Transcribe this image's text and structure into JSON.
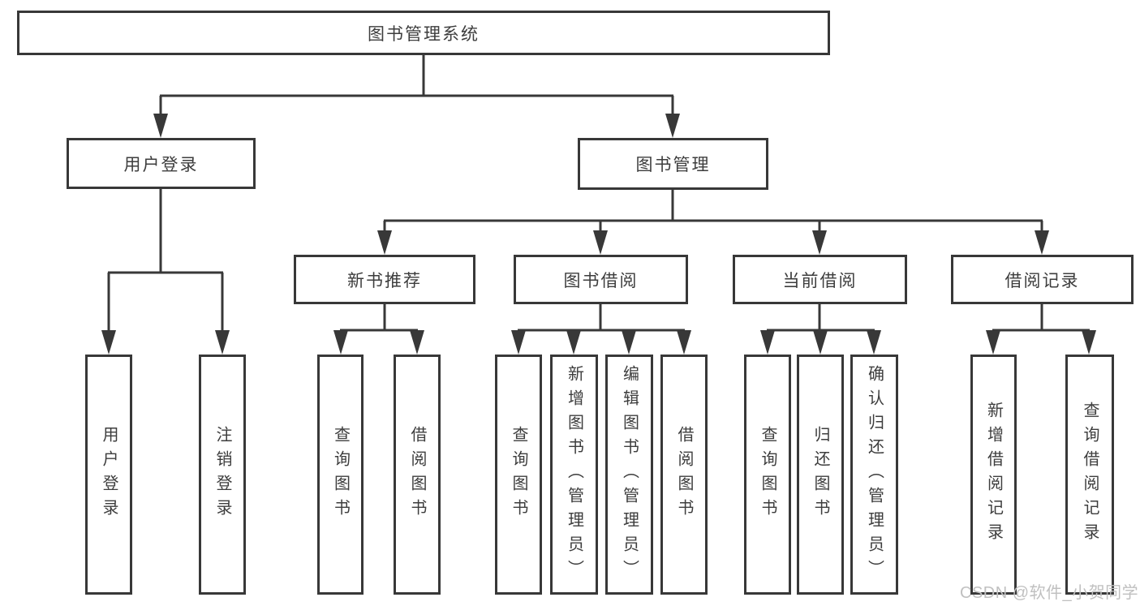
{
  "diagram_title": "图书管理系统",
  "colors": {
    "line": "#383838",
    "box_border": "#383838",
    "text": "#3d3d3d",
    "watermark": "#c0c0c0",
    "background": "#ffffff"
  },
  "nodes": {
    "root": "图书管理系统",
    "user_login": "用户登录",
    "book_mgmt": "图书管理",
    "new_book_rec": "新书推荐",
    "book_borrow": "图书借阅",
    "current_borrow": "当前借阅",
    "borrow_records": "借阅记录",
    "leaf_user_login": "用户登录",
    "leaf_logout": "注销登录",
    "rec_query_book": "查询图书",
    "rec_borrow_book": "借阅图书",
    "bb_query_book": "查询图书",
    "bb_add_book": "新增图书（管理员）",
    "bb_edit_book": "编辑图书（管理员）",
    "bb_borrow_book": "借阅图书",
    "cb_query_book": "查询图书",
    "cb_return_book": "归还图书",
    "cb_confirm_return": "确认归还（管理员）",
    "br_add_record": "新增借阅记录",
    "br_query_record": "查询借阅记录"
  },
  "watermark": "CSDN @软件_小贺同学"
}
